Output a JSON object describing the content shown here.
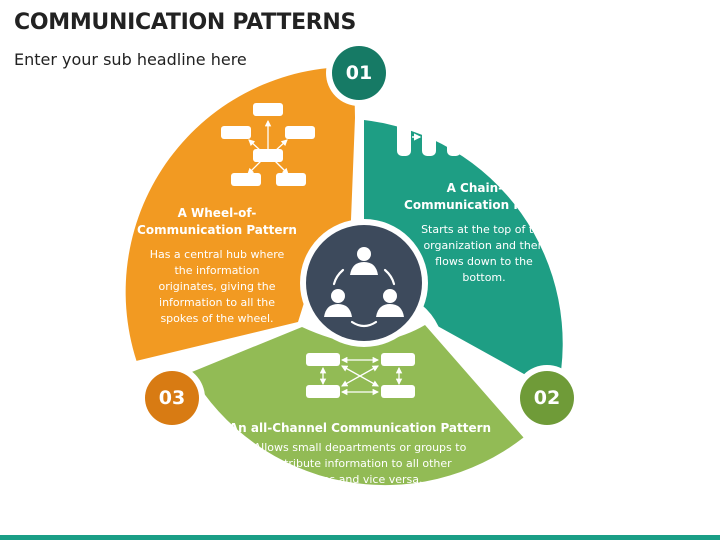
{
  "header": {
    "title": "COMMUNICATION PATTERNS",
    "subtitle": "Enter your sub headline here"
  },
  "colors": {
    "orange": "#f29a22",
    "teal": "#1e9e84",
    "green": "#92bb55",
    "hub": "#3d4a5c",
    "badge_teal": "#167a65",
    "badge_green": "#6f9b38",
    "badge_orange": "#d87b13",
    "footer": "#1a9e86"
  },
  "segments": [
    {
      "number": "01",
      "title": "A Chain-of-\nCommunication Pattern",
      "description": "Starts at the top of the\norganization and then\nflows down to the\nbottom.",
      "icon": "chain-pattern-icon"
    },
    {
      "number": "02",
      "title": "An all-Channel Communication Pattern",
      "description": "Allows small departments or groups to\ndistribute information to all other\ngroups and vice versa.",
      "icon": "all-channel-pattern-icon"
    },
    {
      "number": "03",
      "title": "A Wheel-of-\nCommunication Pattern",
      "description": "Has a central hub where\nthe information\noriginates, giving the\ninformation to all the\nspokes of the wheel.",
      "icon": "wheel-pattern-icon"
    }
  ],
  "hub_icon": "team-network-icon"
}
